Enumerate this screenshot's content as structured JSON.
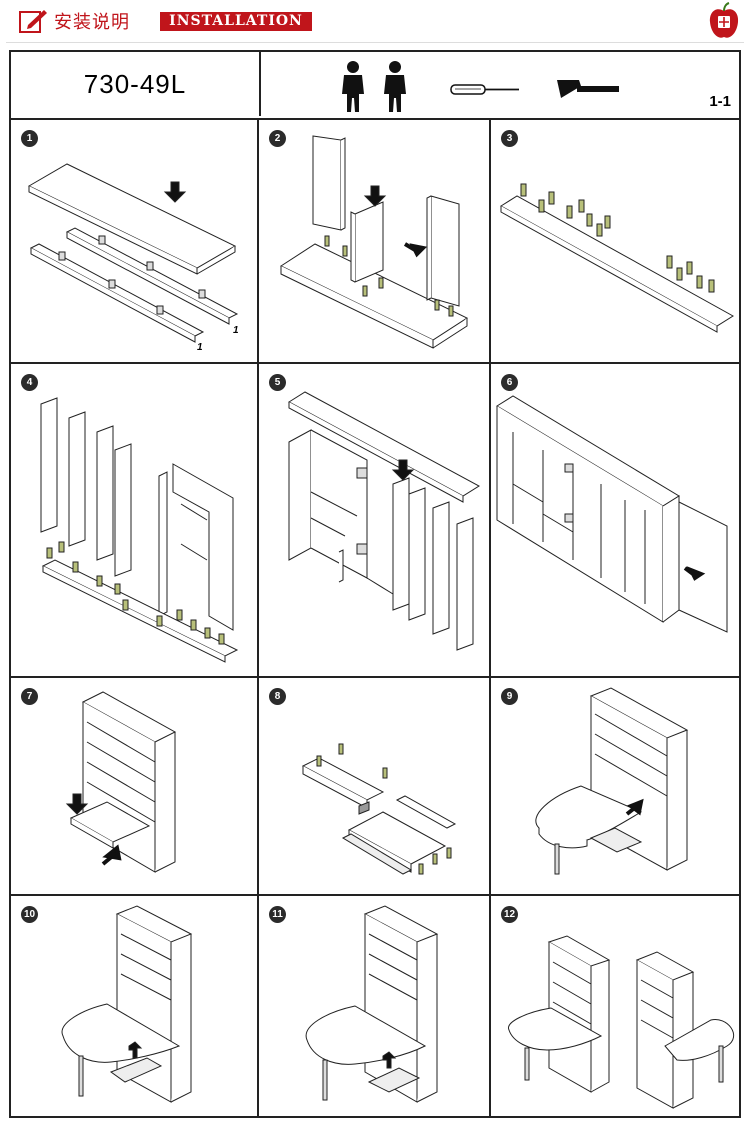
{
  "header": {
    "title_cn": "安装说明",
    "title_en": "INSTALLATION",
    "icons": [
      "edit-icon",
      "apple-logo-icon"
    ],
    "brand_color": "#c0151b"
  },
  "sheet": {
    "model": "730-49L",
    "page": "1-1",
    "tools": [
      "person-icon",
      "person-icon",
      "screwdriver-icon",
      "hammer-icon"
    ]
  },
  "steps": [
    {
      "number": "1",
      "label_1": "1",
      "label_2": "1"
    },
    {
      "number": "2"
    },
    {
      "number": "3"
    },
    {
      "number": "4"
    },
    {
      "number": "5"
    },
    {
      "number": "6"
    },
    {
      "number": "7"
    },
    {
      "number": "8"
    },
    {
      "number": "9"
    },
    {
      "number": "10"
    },
    {
      "number": "11"
    },
    {
      "number": "12"
    }
  ]
}
